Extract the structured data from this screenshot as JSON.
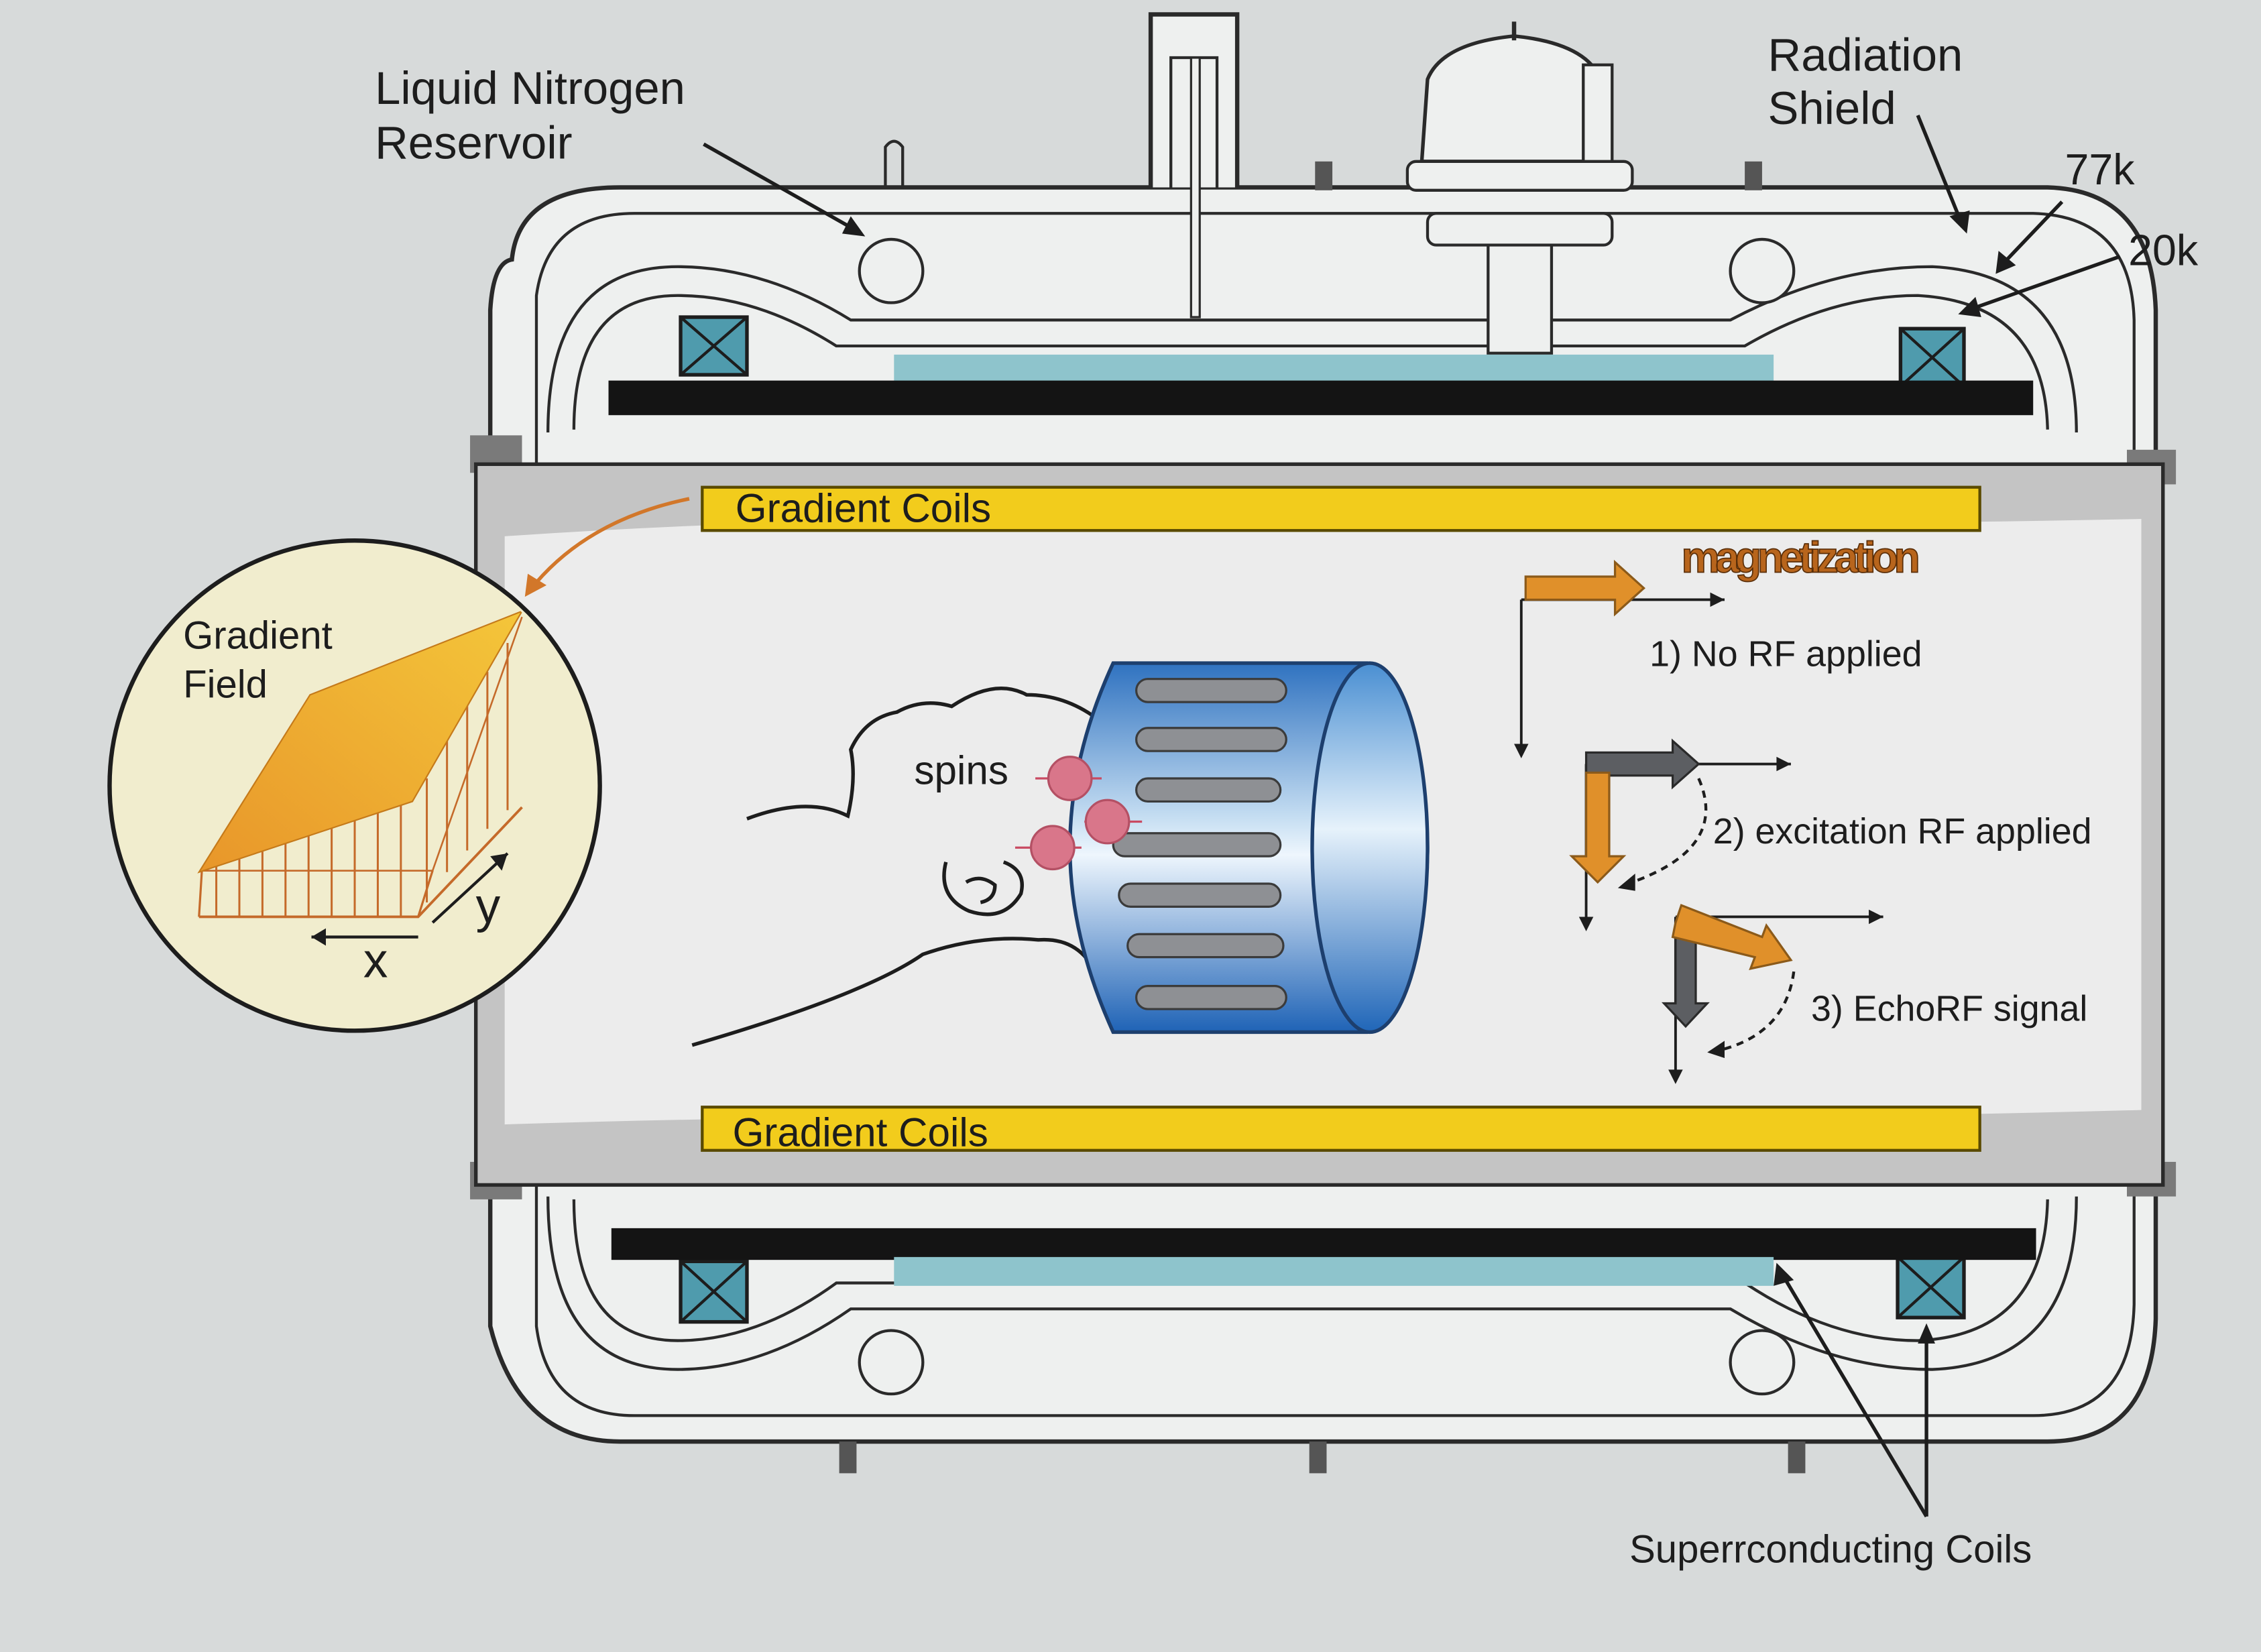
{
  "labels": {
    "nitrogen_l1": "Liquid Nitrogen",
    "nitrogen_l2": "Reservoir",
    "shield_l1": "Radiation",
    "shield_l2": "Shield",
    "temp_77": "77k",
    "temp_20": "20k",
    "gradient_top": "Gradient Coils",
    "gradient_bottom": "Gradient Coils",
    "gradient_field_l1": "Gradient",
    "gradient_field_l2": "Field",
    "axis_x": "x",
    "axis_y": "y",
    "spins": "spins",
    "magnetization": "magnetization",
    "step1": "1) No RF applied",
    "step2": "2) excitation RF applied",
    "step3": "3) EchoRF signal",
    "superconducting": "Superrconducting Coils"
  },
  "colors": {
    "background": "#d7dada",
    "cryostat_fill": "#eef0ef",
    "bore": "#c4c4c4",
    "gradient_coil": "#f2cc1c",
    "gradient_field": "#e69a2a",
    "superconducting_coil": "#4f9bad",
    "shim_bar": "#8ec4cc",
    "rf_coil": "#2f78c2",
    "magnetization_arrow": "#e0902a",
    "spin": "#d9768a"
  },
  "icons": {
    "coil_cross_section": "box-with-x-icon",
    "reservoir": "circle-icon",
    "arrow": "arrow-icon"
  }
}
